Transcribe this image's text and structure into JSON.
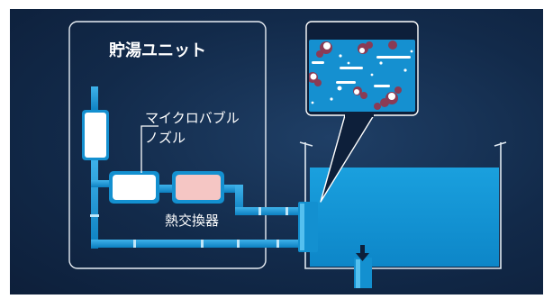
{
  "unit": {
    "title": "貯湯ユニット"
  },
  "nozzle": {
    "label_line1": "マイクロバブル",
    "label_line2": "ノズル"
  },
  "heat_exchanger": {
    "label": "熱交換器"
  },
  "colors": {
    "background": "#132b4c",
    "pipe": "#0f8fd0",
    "pipe_highlight": "#5fc6f2",
    "water": "#1391d2",
    "heat_exchanger_fill": "#f5c6c4",
    "bubble": "#ffffff",
    "dirt": "#8a3b55"
  },
  "icons": {
    "flow_arrow": "down-arrow-icon"
  }
}
